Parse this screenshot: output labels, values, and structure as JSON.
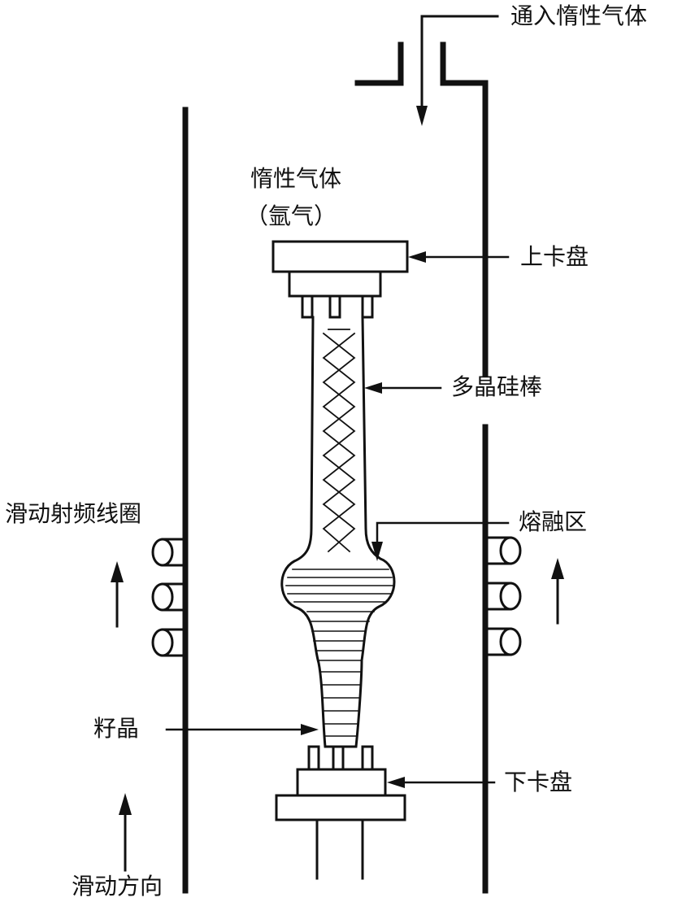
{
  "diagram": {
    "labels": {
      "gas_inlet": "通入惰性气体",
      "inert_gas": "惰性气体",
      "argon": "（氩气）",
      "upper_chuck": "上卡盘",
      "poly_rod": "多晶硅棒",
      "rf_coil": "滑动射频线圈",
      "melt_zone": "熔融区",
      "seed_crystal": "籽晶",
      "lower_chuck": "下卡盘",
      "slide_direction": "滑动方向"
    },
    "colors": {
      "ink": "#111111",
      "background": "#ffffff"
    }
  }
}
